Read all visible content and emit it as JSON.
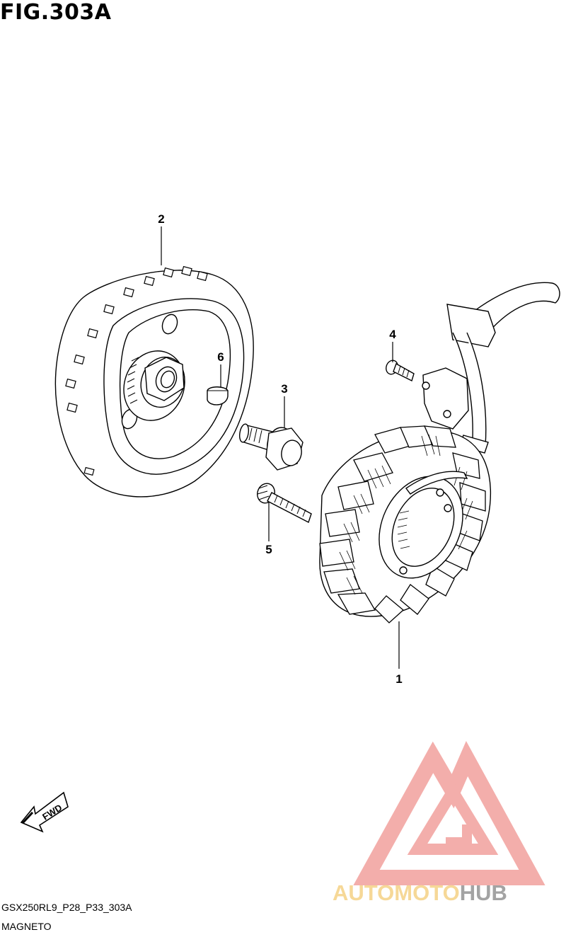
{
  "figure": {
    "title": "FIG.303A",
    "code": "GSX250RL9_P28_P33_303A",
    "caption": "MAGNETO"
  },
  "callouts": [
    {
      "id": "part-1",
      "label": "1"
    },
    {
      "id": "part-2",
      "label": "2"
    },
    {
      "id": "part-3",
      "label": "3"
    },
    {
      "id": "part-4",
      "label": "4"
    },
    {
      "id": "part-5",
      "label": "5"
    },
    {
      "id": "part-6",
      "label": "6"
    }
  ],
  "direction_arrow": {
    "label": "FWD",
    "icon": "forward-arrow-icon"
  },
  "watermark": {
    "text_part1": "AUTOMOTO",
    "text_part2": "HUB",
    "colors": {
      "logo": "#f2a6a2",
      "accent": "#f6d48c",
      "pink": "#f0a0a0",
      "gray": "#9a9a9a"
    }
  }
}
